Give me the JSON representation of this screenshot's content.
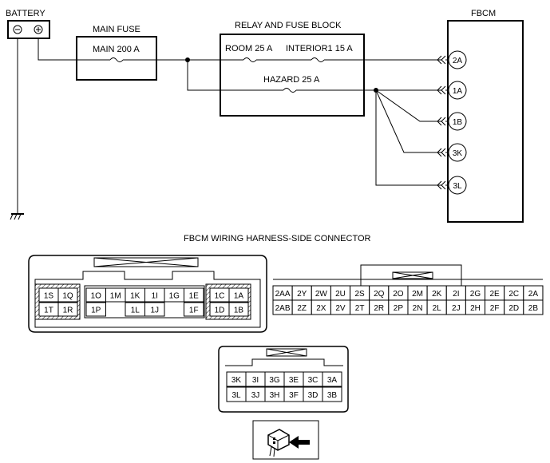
{
  "labels": {
    "battery": "BATTERY",
    "main_fuse": "MAIN FUSE",
    "main_fuse_value": "MAIN 200 A",
    "relay_block": "RELAY AND FUSE BLOCK",
    "room_fuse": "ROOM 25 A",
    "interior_fuse": "INTERIOR1 15 A",
    "hazard_fuse": "HAZARD 25 A",
    "fbcm": "FBCM",
    "connector_title": "FBCM WIRING HARNESS-SIDE CONNECTOR"
  },
  "terminals": [
    "2A",
    "1A",
    "1B",
    "3K",
    "3L"
  ],
  "connector1": {
    "left_top": [
      "1S",
      "1Q"
    ],
    "left_bottom": [
      "1T",
      "1R"
    ],
    "mid_top": [
      "1O",
      "1M",
      "1K",
      "1I",
      "1G",
      "1E"
    ],
    "mid_bottom": [
      "1P",
      "",
      "1L",
      "1J",
      "",
      "1F"
    ],
    "right_top": [
      "1C",
      "1A"
    ],
    "right_bottom": [
      "1D",
      "1B"
    ]
  },
  "connector2": {
    "top": [
      "2AA",
      "2Y",
      "2W",
      "2U",
      "2S",
      "2Q",
      "2O",
      "2M",
      "2K",
      "2I",
      "2G",
      "2E",
      "2C",
      "2A"
    ],
    "bottom": [
      "2AB",
      "2Z",
      "2X",
      "2V",
      "2T",
      "2R",
      "2P",
      "2N",
      "2L",
      "2J",
      "2H",
      "2F",
      "2D",
      "2B"
    ]
  },
  "connector3": {
    "top": [
      "3K",
      "3I",
      "3G",
      "3E",
      "3C",
      "3A"
    ],
    "bottom": [
      "3L",
      "3J",
      "3H",
      "3F",
      "3D",
      "3B"
    ]
  }
}
